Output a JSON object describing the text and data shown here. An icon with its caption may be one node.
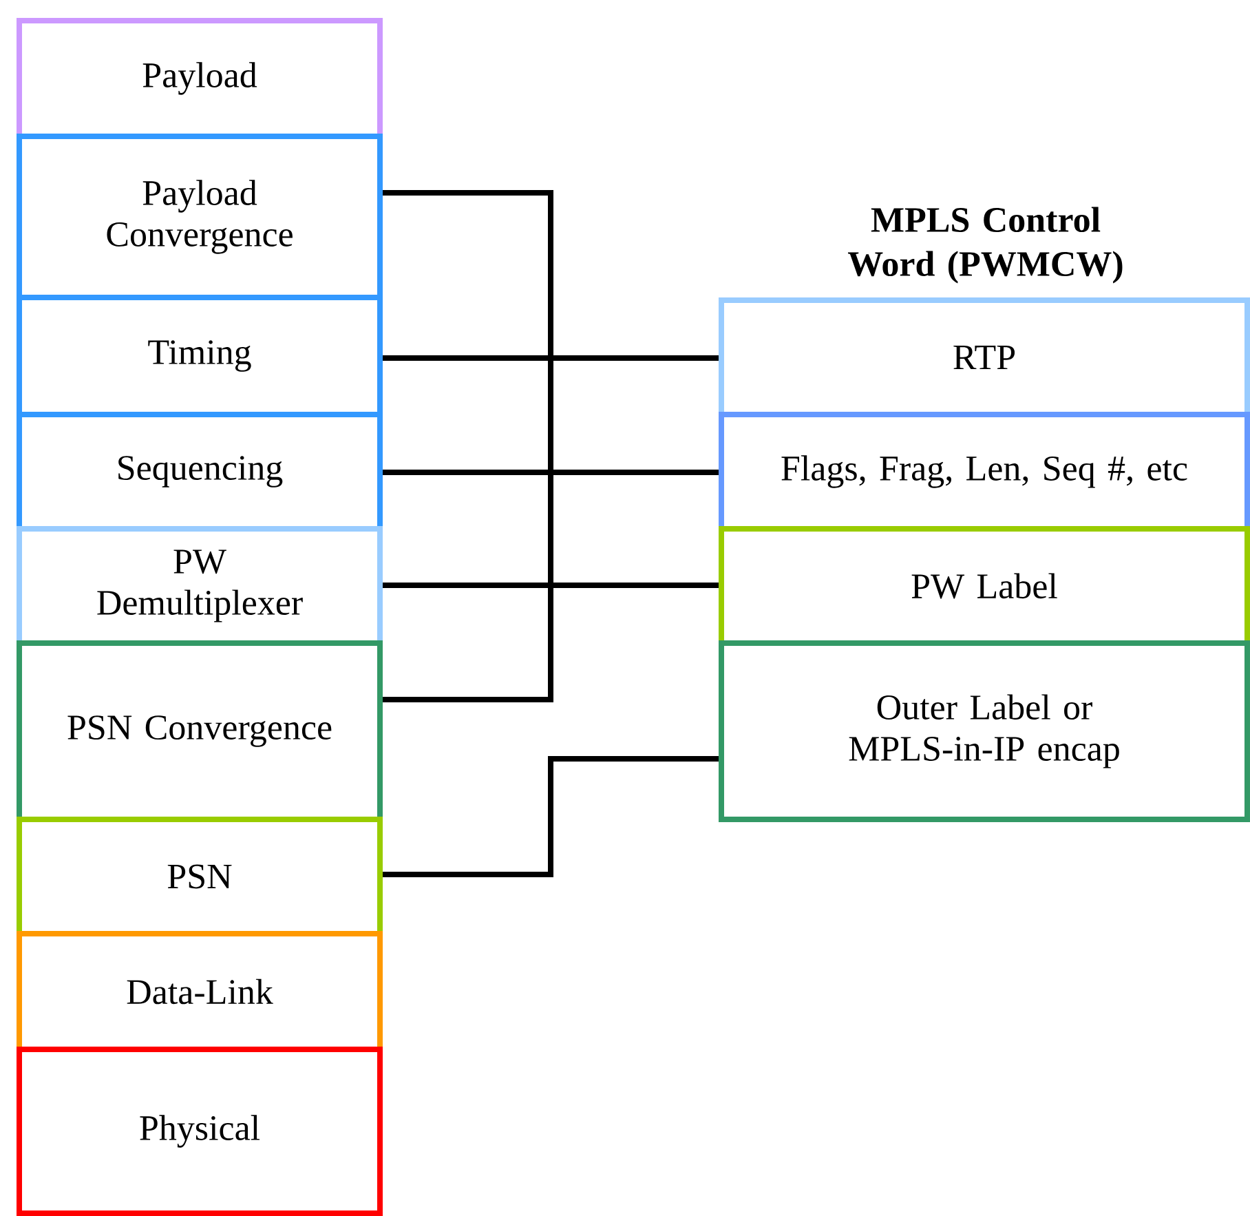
{
  "diagram": {
    "title": "MPLS Control Word (PWMCW)",
    "nodes": [
      {
        "text": [
          "Payload"
        ]
      },
      {
        "text": [
          "Payload Convergence"
        ]
      },
      {
        "text": [
          "Timing"
        ]
      },
      {
        "text": [
          "Sequencing"
        ]
      },
      {
        "text": [
          "PW Demultiplexer"
        ]
      },
      {
        "text": [
          "PSN Convergence"
        ]
      },
      {
        "text": [
          "PSN"
        ]
      },
      {
        "text": [
          "Data-Link"
        ]
      },
      {
        "text": [
          "Physical"
        ]
      },
      {
        "text": [
          "RTP"
        ]
      },
      {
        "text": [
          "Flags, Frag, Len, Seq #, etc"
        ]
      },
      {
        "text": [
          "PW Label"
        ]
      },
      {
        "text": [
          "Outer Label or MPLS-in-IP encap"
        ]
      }
    ],
    "edges": [
      {
        "from": 1,
        "to": 5,
        "arrow": "none"
      },
      {
        "from": 2,
        "to": 9,
        "arrow": "none"
      },
      {
        "from": 3,
        "to": 10,
        "arrow": "none"
      },
      {
        "from": 4,
        "to": 11,
        "arrow": "none"
      },
      {
        "from": 6,
        "to": 12,
        "arrow": "none"
      }
    ]
  }
}
